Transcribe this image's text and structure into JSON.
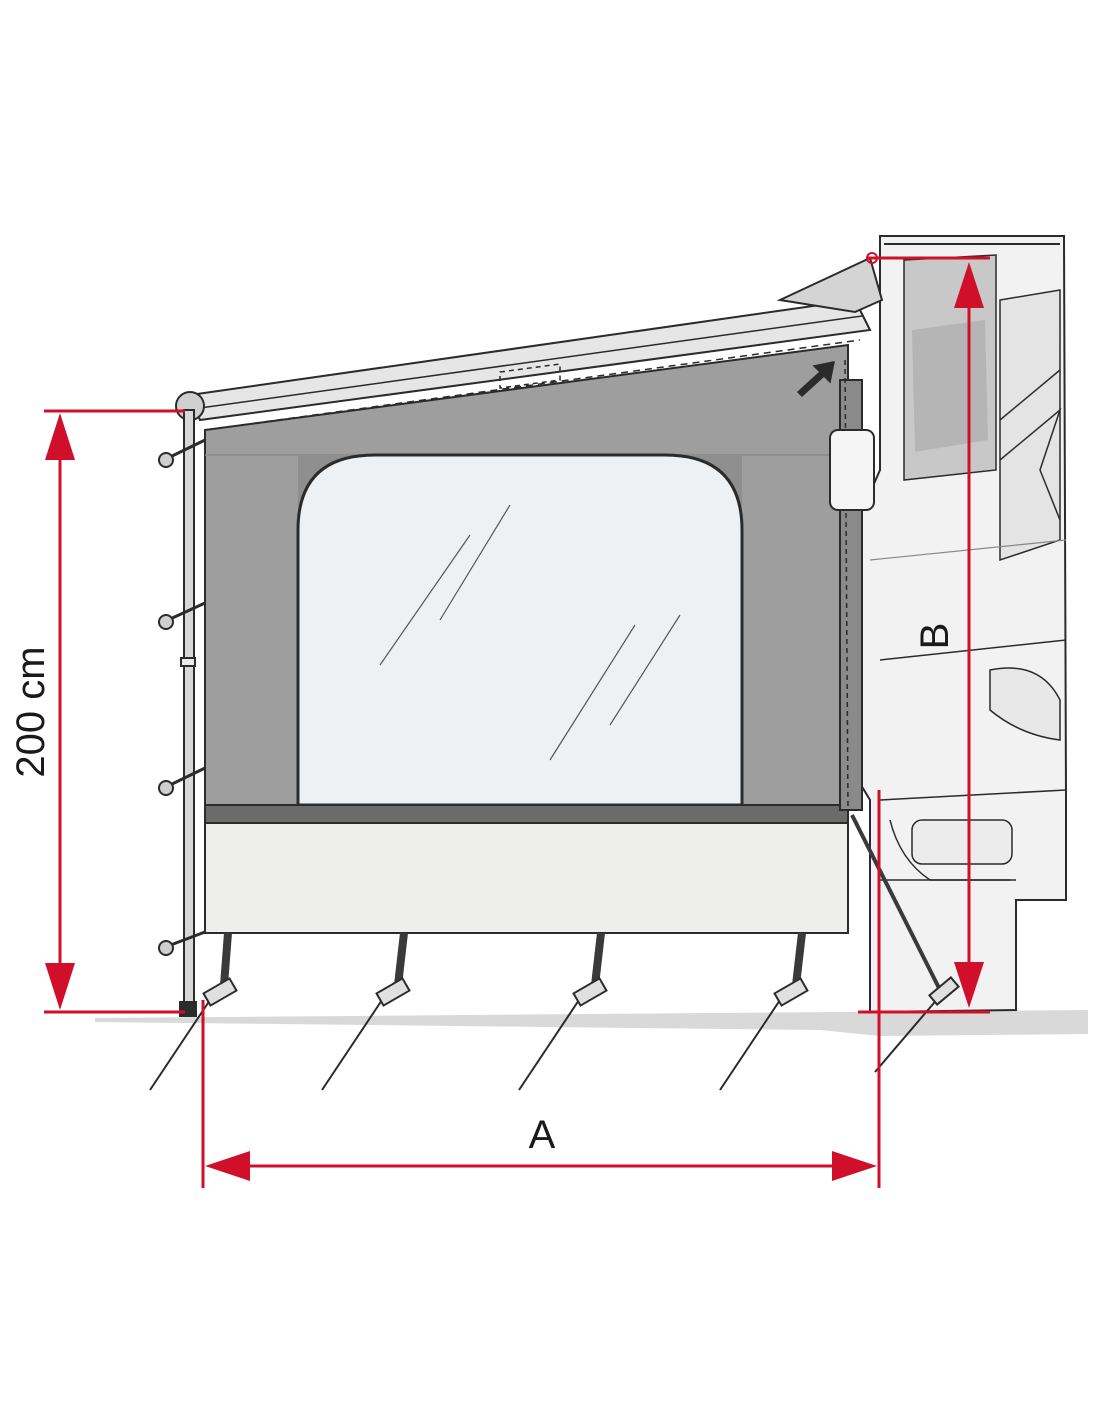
{
  "labels": {
    "height_left": "200 cm",
    "width_bottom": "A",
    "height_right": "B"
  },
  "colors": {
    "dimension": "#d0102a",
    "panel": "#9e9e9e",
    "panel_dark": "#6b6b6b",
    "skirt": "#eeeeec",
    "window": "#eef1f3",
    "outline": "#2b2b2b",
    "ground": "#d9d9d9",
    "vehicle": "#f2f2f2",
    "vehicle_shade": "#c8c8c8"
  }
}
